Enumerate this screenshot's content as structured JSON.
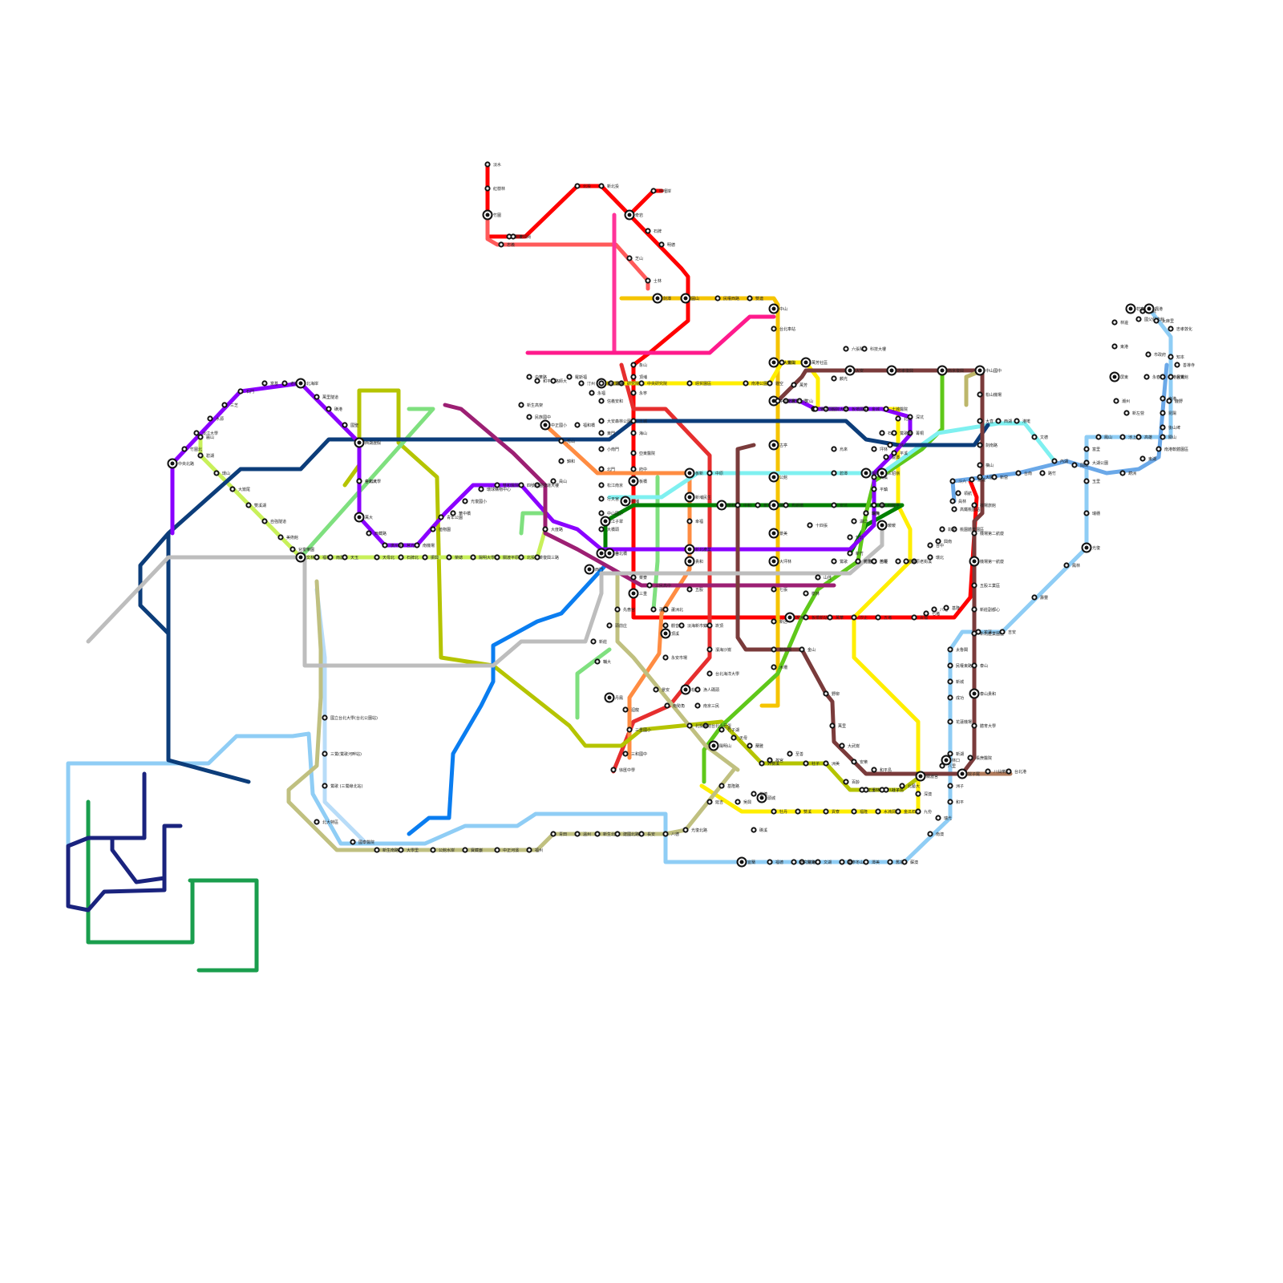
{
  "stations": {
    "s001": "淡水",
    "s002": "紅樹林",
    "s003": "竹圍",
    "s004": "關渡",
    "s005": "忠義",
    "s006": "復興崗",
    "s007": "北投",
    "s008": "新北投",
    "s009": "奇岩",
    "s010": "唭哩岸",
    "s011": "石牌",
    "s012": "明德",
    "s013": "芝山",
    "s014": "士林",
    "s015": "劍潭",
    "s016": "圓山",
    "s017": "民權西路",
    "s018": "雙連",
    "s019": "中山",
    "s020": "台北車站",
    "s021": "台大醫院",
    "s022": "中正紀念堂",
    "s023": "古亭",
    "s024": "公館",
    "s025": "萬隆",
    "s026": "景美",
    "s027": "大坪林",
    "s028": "七張",
    "s029": "新店",
    "s030": "動物園",
    "s031": "木柵",
    "s032": "萬芳社區",
    "s033": "辛亥",
    "s034": "麟光",
    "s035": "六張犁",
    "s036": "科技大樓",
    "s037": "大安",
    "s038": "忠孝復興",
    "s039": "南京復興",
    "s040": "中山國中",
    "s041": "松山機場",
    "s042": "大直",
    "s043": "劍南路",
    "s044": "西湖",
    "s045": "港墘",
    "s046": "文德",
    "s047": "內湖",
    "s048": "大湖公園",
    "s049": "葫洲",
    "s050": "東湖",
    "s051": "南港軟體園區",
    "s052": "南港展覽館",
    "s053": "南港",
    "s054": "昆陽",
    "s055": "後山埤",
    "s056": "永春",
    "s057": "市政府",
    "s058": "國父紀念館",
    "s059": "忠孝敦化",
    "s060": "善導寺",
    "s061": "西門",
    "s062": "龍山寺",
    "s063": "江子翠",
    "s064": "新埔",
    "s065": "板橋",
    "s066": "府中",
    "s067": "亞東醫院",
    "s068": "海山",
    "s069": "土城",
    "s070": "永寧",
    "s071": "頂埔",
    "s072": "象山",
    "s073": "台北101",
    "s074": "信義安和",
    "s075": "大安森林公園",
    "s076": "東門",
    "s077": "小南門",
    "s078": "北門",
    "s079": "松江南京",
    "s080": "行天宮",
    "s081": "中山國小",
    "s082": "大橋頭",
    "s083": "台北橋",
    "s084": "菜寮",
    "s085": "三重",
    "s086": "先嗇宮",
    "s087": "頭前庄",
    "s088": "新莊",
    "s089": "輔大",
    "s090": "丹鳳",
    "s091": "迴龍",
    "s092": "三重國小",
    "s093": "三和國中",
    "s094": "徐匯中學",
    "s095": "三民高中",
    "s096": "蘆洲",
    "s097": "頂溪",
    "s098": "永安市場",
    "s099": "景安",
    "s100": "南勢角",
    "s101": "松山",
    "s102": "南京三民",
    "s103": "台北小巨蛋",
    "s104": "北投會館",
    "s105": "陽明山",
    "s106": "竹子湖",
    "s107": "天母",
    "s108": "蘭雅",
    "s109": "外雙溪",
    "s110": "故宮",
    "s111": "至善",
    "s112": "社子",
    "s113": "洲美",
    "s114": "百齡",
    "s115": "士林高商",
    "s116": "社子島",
    "s117": "北藝大",
    "s118": "關渡宮",
    "s119": "八里",
    "s120": "挖子尾",
    "s121": "八仙樂園",
    "s122": "台北港",
    "s123": "林口",
    "s124": "長庚醫院",
    "s125": "體育大學",
    "s126": "泰山貴和",
    "s127": "泰山",
    "s128": "新北產業園區",
    "s129": "新莊副都心",
    "s130": "五股工業區",
    "s131": "機場第一航廈",
    "s132": "機場第二航廈",
    "s133": "機場旅館",
    "s134": "大園",
    "s135": "橫山",
    "s136": "領航",
    "s137": "高鐵桃園站",
    "s138": "桃園體育園區",
    "s139": "興南",
    "s140": "環北",
    "s141": "老街溪",
    "s142": "中壢",
    "s143": "內壢",
    "s144": "桃園",
    "s145": "鶯歌",
    "s146": "山佳",
    "s147": "樹林",
    "s148": "浮洲",
    "s149": "板橋新站",
    "s150": "萬華",
    "s151": "汐止",
    "s152": "五堵",
    "s153": "百福",
    "s154": "七堵",
    "s155": "八堵",
    "s156": "基隆",
    "s157": "暖暖",
    "s158": "四腳亭",
    "s159": "瑞芳",
    "s160": "猴硐",
    "s161": "三貂嶺",
    "s162": "平溪",
    "s163": "菁桐",
    "s164": "深坑",
    "s165": "石碇",
    "s166": "坪林",
    "s167": "烏來",
    "s168": "碧潭",
    "s169": "安坑",
    "s170": "十四張",
    "s171": "秀朗橋",
    "s172": "景平",
    "s173": "中和",
    "s174": "橋和",
    "s175": "中原",
    "s176": "板新",
    "s177": "新埔民生",
    "s178": "幸福",
    "s179": "新北產業",
    "s180": "貴和",
    "s181": "五股",
    "s182": "蘆洲北",
    "s183": "觀音山",
    "s184": "淡海新市鎮",
    "s185": "崁頂",
    "s186": "濱海沙崙",
    "s187": "台北海洋大學",
    "s188": "漁人碼頭",
    "s189": "金山",
    "s190": "野柳",
    "s191": "萬里",
    "s192": "大武崙",
    "s193": "安樂",
    "s194": "和平島",
    "s195": "正濱",
    "s196": "八斗子",
    "s197": "深澳",
    "s198": "九份",
    "s199": "金瓜石",
    "s200": "水湳洞",
    "s201": "福隆",
    "s202": "貢寮",
    "s203": "雙溪",
    "s204": "牡丹",
    "s205": "頭城",
    "s206": "礁溪",
    "s207": "宜蘭",
    "s208": "羅東",
    "s209": "冬山",
    "s210": "蘇澳",
    "s211": "南澳",
    "s212": "和平",
    "s213": "花蓮機場",
    "s214": "新城",
    "s215": "太魯閣",
    "s216": "花蓮",
    "s217": "吉安",
    "s218": "壽豐",
    "s219": "鳳林",
    "s220": "光復",
    "s221": "瑞穗",
    "s222": "玉里",
    "s223": "富里",
    "s224": "池上",
    "s225": "關山",
    "s226": "鹿野",
    "s227": "台東",
    "s228": "知本",
    "s229": "太麻里",
    "s230": "大武",
    "s231": "楓港",
    "s232": "枋寮",
    "s233": "林邊",
    "s234": "東港",
    "s235": "屏東",
    "s236": "潮州",
    "s237": "新左營",
    "s238": "高雄",
    "s239": "鳳山",
    "s240": "岡山",
    "s241": "路竹",
    "s242": "台南",
    "s243": "新營",
    "s244": "嘉義",
    "s245": "斗六",
    "s246": "員林",
    "s247": "彰化",
    "s248": "台中",
    "s249": "豐原",
    "s250": "苗栗",
    "s251": "竹南",
    "s252": "新竹",
    "s253": "竹北",
    "s254": "湖口",
    "s255": "楊梅",
    "s256": "埔心",
    "s257": "平鎮",
    "s258": "大溪",
    "s259": "龍潭",
    "s260": "三峽",
    "s261": "鶯歌東",
    "s262": "北大",
    "s263": "土城醫院",
    "s264": "金城",
    "s265": "板橋國中",
    "s266": "台灣大學",
    "s267": "科技園區",
    "s268": "文山",
    "s269": "萬芳",
    "s270": "政治大學",
    "s271": "指南宮",
    "s272": "貓空",
    "s273": "東山",
    "s274": "南港公園",
    "s275": "經貿園區",
    "s276": "中央研究院",
    "s277": "研究院",
    "s278": "舊莊",
    "s279": "新莊國中",
    "s280": "中正國小",
    "s281": "民族國中",
    "s282": "新生高架",
    "s283": "中華路",
    "s284": "和平東路",
    "s285": "師大",
    "s286": "羅斯福",
    "s287": "汀州",
    "s288": "永福",
    "s289": "福和橋",
    "s290": "秀山",
    "s291": "錦和",
    "s292": "員山",
    "s293": "捷運大樓",
    "s294": "四號公園",
    "s295": "雙和醫院",
    "s296": "環球購物中心",
    "s297": "光復國小",
    "s298": "華中橋",
    "s299": "青年公園",
    "s300": "植物園",
    "s301": "南機場",
    "s302": "莒光",
    "s303": "廣州街",
    "s304": "西藏路",
    "s305": "萬大",
    "s306": "台北大學",
    "s307": "國立台北大學(台北公園站)",
    "s308": "三鶯(鶯歌河畔站)",
    "s309": "鶯歌 (三鶯線北站)",
    "s310": "北大特區",
    "s311": "國泰醫院",
    "s312": "新生南路",
    "s313": "大學里",
    "s314": "公館水岸",
    "s315": "寶藏巖",
    "s316": "中正河濱",
    "s317": "福州",
    "s318": "青田",
    "s319": "溫州",
    "s320": "新生北路",
    "s321": "建國北路",
    "s322": "長安",
    "s323": "八德",
    "s324": "光復北路",
    "s325": "延吉",
    "s326": "基隆路",
    "s327": "吳興",
    "s328": "松德",
    "s329": "福德",
    "s330": "研究院路",
    "s331": "文湖",
    "s332": "康寧",
    "s333": "潭美",
    "s334": "舊宗",
    "s335": "瑞光",
    "s336": "洲子",
    "s337": "新湖",
    "s338": "成功",
    "s339": "民權東路",
    "s340": "麗山",
    "s341": "碧湖",
    "s342": "環山",
    "s343": "大崙尾",
    "s344": "雙溪湖",
    "s345": "自強隧道",
    "s346": "美術館",
    "s347": "兒童樂園",
    "s348": "文林",
    "s349": "福林",
    "s350": "雨農",
    "s351": "天玉",
    "s352": "天母北",
    "s353": "石牌北",
    "s354": "振興",
    "s355": "榮總",
    "s356": "陽明大學",
    "s357": "關渡平原",
    "s358": "北投果菜",
    "s359": "復興三路",
    "s360": "大度路",
    "s361": "中央北路",
    "s362": "竹圍北",
    "s363": "淡江大學",
    "s364": "水源",
    "s365": "三芝",
    "s366": "石門",
    "s367": "富基",
    "s368": "老梅",
    "s369": "北海岸",
    "s370": "萬里隧道",
    "s371": "磺港",
    "s372": "國聖",
    "s373": "西湖渡假",
    "s374": "中和坑"
  },
  "lines": [
    {
      "id": "red",
      "color": "#ff0000"
    },
    {
      "id": "red-light",
      "color": "#ff5a5a"
    },
    {
      "id": "pink",
      "color": "#ff3399"
    },
    {
      "id": "magenta",
      "color": "#ff1a8c"
    },
    {
      "id": "crimson",
      "color": "#e62e2e"
    },
    {
      "id": "orange",
      "color": "#ff8c42"
    },
    {
      "id": "gold",
      "color": "#f5c400"
    },
    {
      "id": "yellow",
      "color": "#ffee00"
    },
    {
      "id": "olive",
      "color": "#b5c400"
    },
    {
      "id": "lime",
      "color": "#c8f05a"
    },
    {
      "id": "green-light",
      "color": "#7fe07f"
    },
    {
      "id": "green",
      "color": "#008000"
    },
    {
      "id": "green-mid",
      "color": "#5fc81a"
    },
    {
      "id": "emerald",
      "color": "#1a9e4d"
    },
    {
      "id": "teal-light",
      "color": "#7ff0f0"
    },
    {
      "id": "blue",
      "color": "#0a7df0"
    },
    {
      "id": "sky",
      "color": "#8fcdf5"
    },
    {
      "id": "sky-light",
      "color": "#b8dcf8"
    },
    {
      "id": "navy",
      "color": "#0c3d7a"
    },
    {
      "id": "navy-dark",
      "color": "#1a237e"
    },
    {
      "id": "purple",
      "color": "#8a00ff"
    },
    {
      "id": "plum",
      "color": "#9c1f73"
    },
    {
      "id": "maroon",
      "color": "#7a3b3b"
    },
    {
      "id": "tan",
      "color": "#c0c080"
    },
    {
      "id": "khaki",
      "color": "#bdb76b"
    },
    {
      "id": "grey",
      "color": "#bdbdbd"
    },
    {
      "id": "steel",
      "color": "#6aa8e8"
    },
    {
      "id": "brown",
      "color": "#b07a5a"
    }
  ]
}
